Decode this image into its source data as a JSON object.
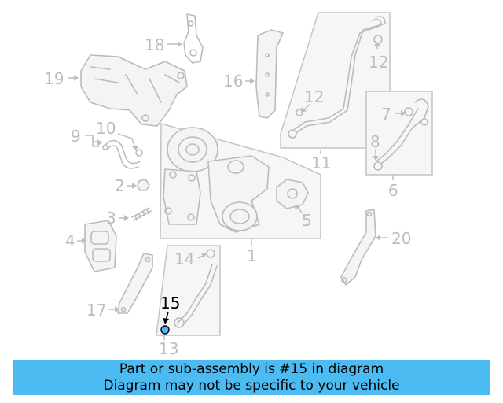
{
  "callouts": [
    "1",
    "2",
    "3",
    "4",
    "5",
    "6",
    "7",
    "8",
    "9",
    "10",
    "11",
    "12",
    "12",
    "13",
    "14",
    "15",
    "16",
    "17",
    "18",
    "19",
    "20"
  ],
  "highlight": {
    "part_number": "15",
    "marker_color": "#4bbbf1"
  },
  "banner": {
    "line1": "Part or sub-assembly is #15 in diagram",
    "line2": "Diagram may not be specific to your vehicle",
    "background": "#4bbbf1"
  }
}
